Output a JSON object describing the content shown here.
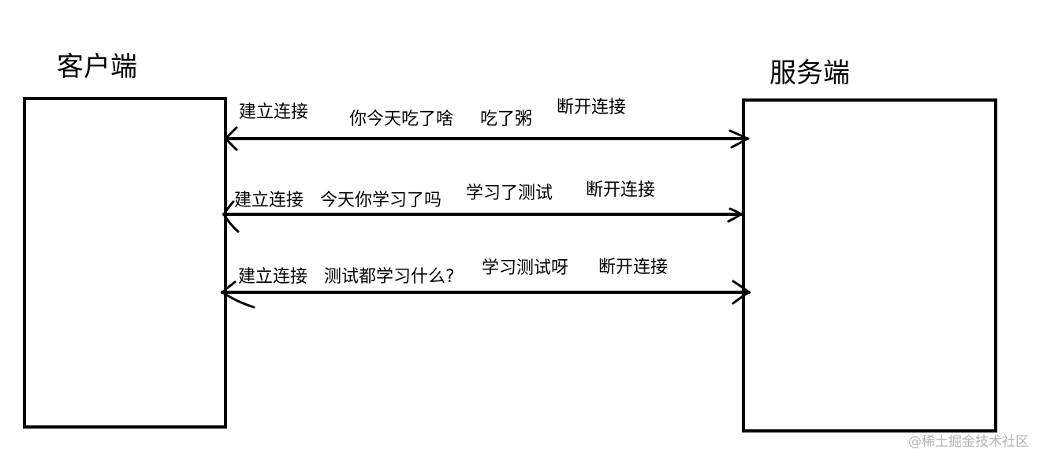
{
  "client": {
    "label": "客户端"
  },
  "server": {
    "label": "服务端"
  },
  "exchanges": [
    {
      "connect": "建立连接",
      "question": "你今天吃了啥",
      "answer": "吃了粥",
      "disconnect": "断开连接"
    },
    {
      "connect": "建立连接",
      "question": "今天你学习了吗",
      "answer": "学习了测试",
      "disconnect": "断开连接"
    },
    {
      "connect": "建立连接",
      "question": "测试都学习什么?",
      "answer": "学习测试呀",
      "disconnect": "断开连接"
    }
  ],
  "watermark": "@稀土掘金技术社区"
}
